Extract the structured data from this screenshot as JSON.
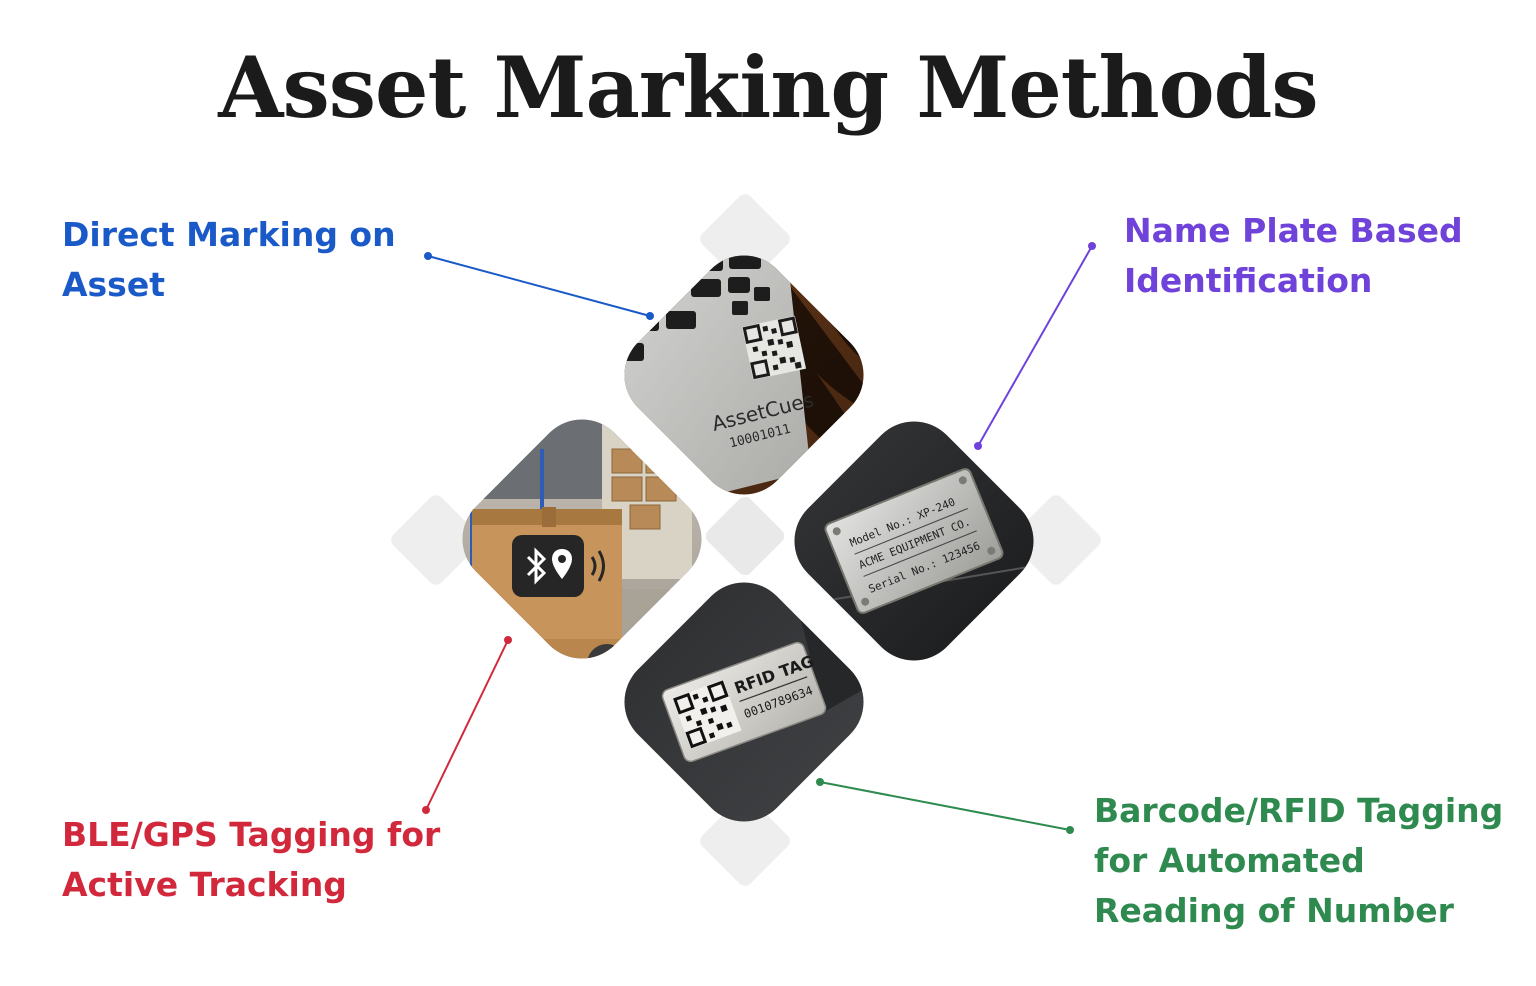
{
  "title": "Asset Marking Methods",
  "colors": {
    "direct": "#1a5ac8",
    "nameplate": "#6f42d9",
    "ble": "#d2283c",
    "barcode": "#2e8a4f"
  },
  "labels": {
    "direct": [
      "Direct Marking on",
      "Asset"
    ],
    "nameplate": [
      "Name Plate Based",
      "Identification"
    ],
    "ble": [
      "BLE/GPS Tagging for",
      "Active Tracking"
    ],
    "barcode": [
      "Barcode/RFID Tagging",
      "for Automated",
      "Reading of Number"
    ]
  },
  "photos": {
    "direct": {
      "brand": "AssetCues",
      "code": "10001011",
      "icons": [
        "qr-code-icon"
      ]
    },
    "nameplate": {
      "model": "Model No.: XP-240",
      "company": "ACME EQUIPMENT CO.",
      "serial": "Serial No.: 123456"
    },
    "ble": {
      "icons": [
        "bluetooth-icon",
        "location-pin-icon",
        "signal-waves-icon"
      ]
    },
    "barcode": {
      "tag_title": "RFID TAG",
      "tag_number": "0010789634",
      "icons": [
        "qr-code-icon"
      ]
    }
  }
}
